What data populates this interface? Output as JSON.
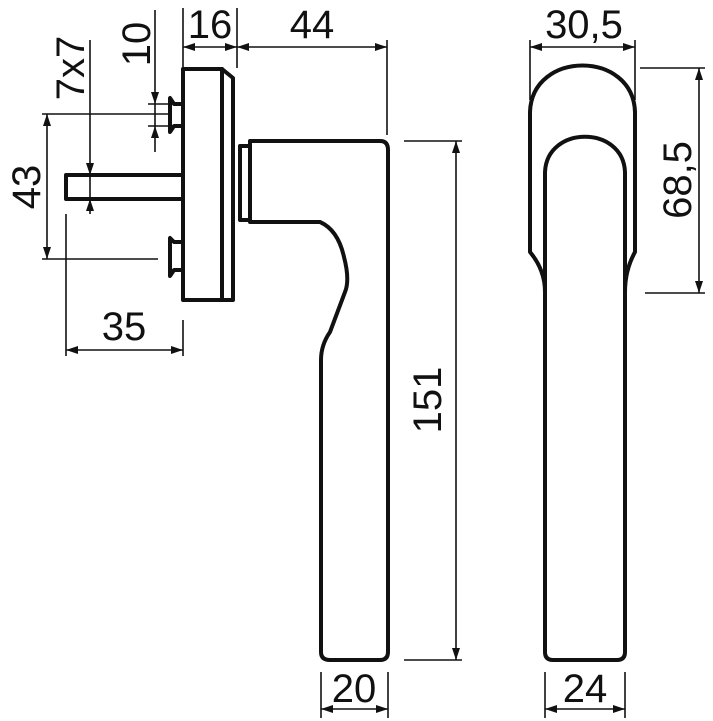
{
  "drawing": {
    "dimensions": {
      "stem_width": "7x7",
      "rose_offset": "10",
      "rose_depth": "16",
      "handle_neck": "44",
      "screw_spacing": "43",
      "spindle_length": "35",
      "handle_length": "151",
      "handle_width_side": "20",
      "top_width": "30,5",
      "top_height": "68,5",
      "front_width": "24"
    },
    "colors": {
      "ink": "#111111",
      "background": "#ffffff"
    }
  }
}
